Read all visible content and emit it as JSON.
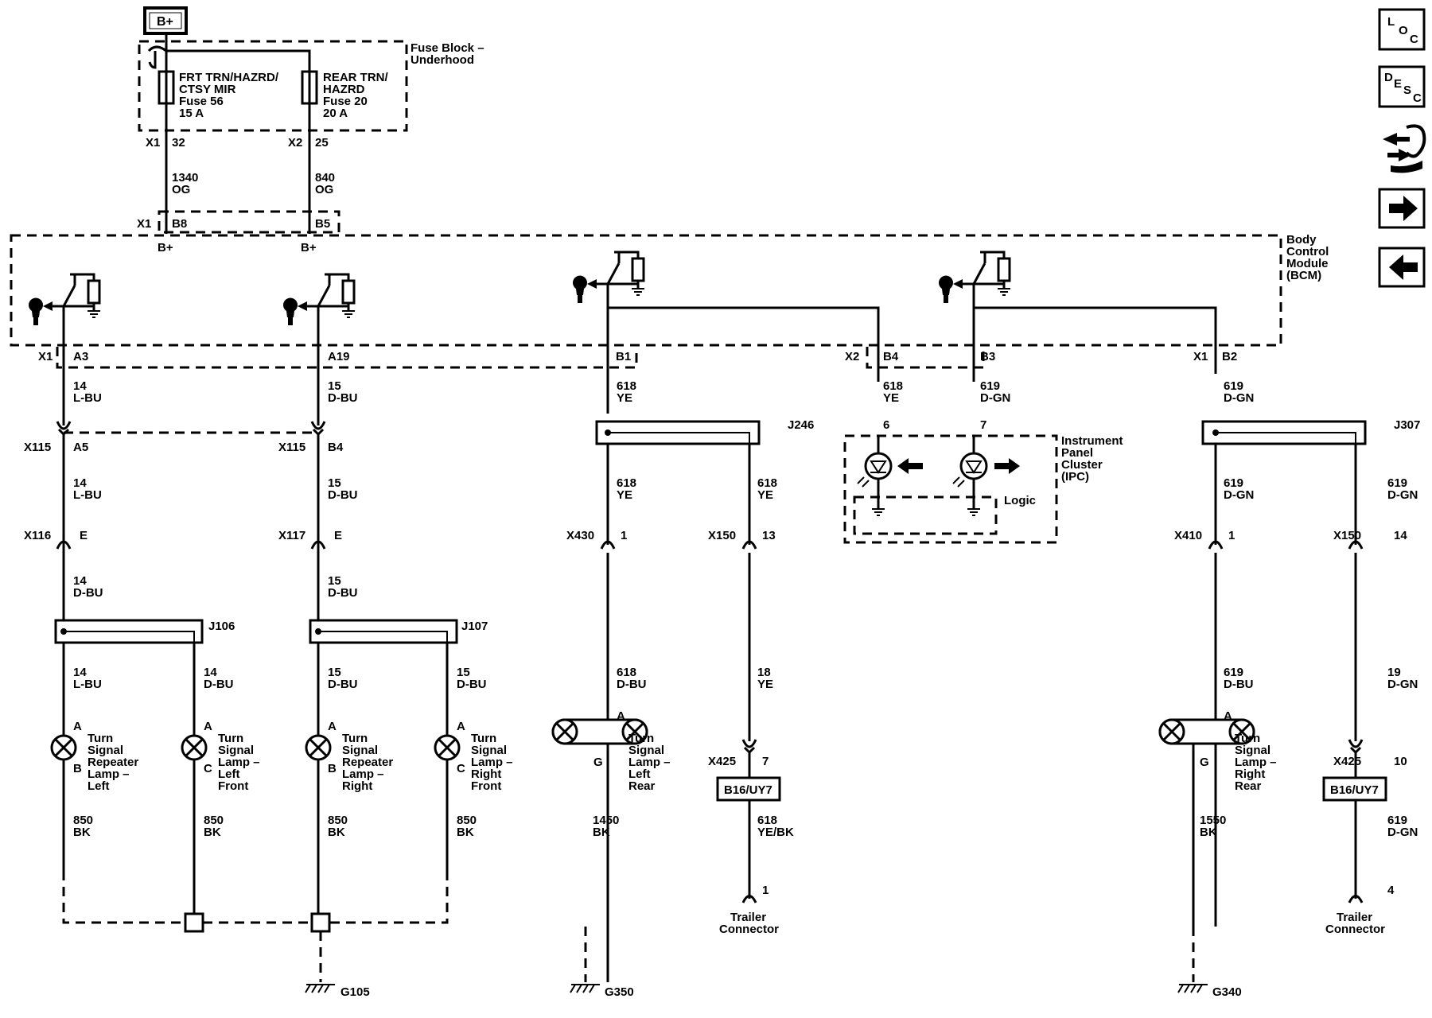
{
  "top": {
    "battery": "B+",
    "fuse_block": [
      "Fuse Block –",
      "Underhood"
    ],
    "fuse56": [
      "FRT TRN/HAZRD/",
      "CTSY MIR",
      "Fuse 56",
      "15 A"
    ],
    "fuse20": [
      "REAR TRN/",
      "HAZRD",
      "Fuse 20",
      "20 A"
    ],
    "fuse56_conn": "X1",
    "fuse56_pin": "32",
    "fuse20_conn": "X2",
    "fuse20_pin": "25",
    "wire_1340": [
      "1340",
      "OG"
    ],
    "wire_840": [
      "840",
      "OG"
    ],
    "bcm_in_conn": "X1",
    "bcm_pin_b8": "B8",
    "bcm_pin_b5": "B5",
    "bplus_left": "B+",
    "bplus_right": "B+"
  },
  "bcm": {
    "label": [
      "Body",
      "Control",
      "Module",
      "(BCM)"
    ],
    "conn_x1_left": "X1",
    "pin_a3": "A3",
    "pin_a19": "A19",
    "pin_b1": "B1",
    "conn_x2": "X2",
    "pin_b4": "B4",
    "pin_b3": "B3",
    "conn_x1_right": "X1",
    "pin_b2": "B2"
  },
  "ipc": {
    "label": [
      "Instrument",
      "Panel",
      "Cluster",
      "(IPC)"
    ],
    "pin6": "6",
    "pin7": "7",
    "logic": "Logic"
  },
  "col1": {
    "w1": [
      "14",
      "L-BU"
    ],
    "x115": "X115",
    "a5": "A5",
    "w2": [
      "14",
      "L-BU"
    ],
    "x116": "X116",
    "e": "E",
    "w3": [
      "14",
      "D-BU"
    ],
    "splice": "J106"
  },
  "col2": {
    "w1": [
      "15",
      "D-BU"
    ],
    "x115": "X115",
    "b4": "B4",
    "w2": [
      "15",
      "D-BU"
    ],
    "x117": "X117",
    "e": "E",
    "w3": [
      "15",
      "D-BU"
    ],
    "splice": "J107"
  },
  "lamps_front": [
    {
      "wire": [
        "14",
        "L-BU"
      ],
      "pin_top": "A",
      "pin_bot": "B",
      "name": [
        "Turn",
        "Signal",
        "Repeater",
        "Lamp –",
        "Left"
      ],
      "ground": [
        "850",
        "BK"
      ]
    },
    {
      "wire": [
        "14",
        "D-BU"
      ],
      "pin_top": "A",
      "pin_bot": "C",
      "name": [
        "Turn",
        "Signal",
        "Lamp –",
        "Left",
        "Front"
      ],
      "ground": [
        "850",
        "BK"
      ]
    },
    {
      "wire": [
        "15",
        "D-BU"
      ],
      "pin_top": "A",
      "pin_bot": "B",
      "name": [
        "Turn",
        "Signal",
        "Repeater",
        "Lamp –",
        "Right"
      ],
      "ground": [
        "850",
        "BK"
      ]
    },
    {
      "wire": [
        "15",
        "D-BU"
      ],
      "pin_top": "A",
      "pin_bot": "C",
      "name": [
        "Turn",
        "Signal",
        "Lamp –",
        "Right",
        "Front"
      ],
      "ground": [
        "850",
        "BK"
      ]
    }
  ],
  "ground_g105": "G105",
  "left_rear": {
    "w1": [
      "618",
      "YE"
    ],
    "splice": "J246",
    "w2": [
      "618",
      "YE"
    ],
    "x430": "X430",
    "pin1": "1",
    "w3": [
      "618",
      "D-BU"
    ],
    "pin_a": "A",
    "pin_g": "G",
    "name": [
      "Turn",
      "Signal",
      "Lamp –",
      "Left",
      "Rear"
    ],
    "ground": [
      "1450",
      "BK"
    ],
    "gnd": "G350"
  },
  "trailer_left": {
    "w1": [
      "618",
      "YE"
    ],
    "x150": "X150",
    "pin13": "13",
    "w2": [
      "18",
      "YE"
    ],
    "x425": "X425",
    "pin7": "7",
    "box": "B16/UY7",
    "w3": [
      "618",
      "YE/BK"
    ],
    "pin1": "1",
    "name": [
      "Trailer",
      "Connector"
    ]
  },
  "ipc_wires": {
    "w618": [
      "618",
      "YE"
    ],
    "w619": [
      "619",
      "D-GN"
    ]
  },
  "right_rear": {
    "w1": [
      "619",
      "D-GN"
    ],
    "splice": "J307",
    "w2": [
      "619",
      "D-GN"
    ],
    "x410": "X410",
    "pin1": "1",
    "w3": [
      "619",
      "D-BU"
    ],
    "pin_a": "A",
    "pin_g": "G",
    "name": [
      "Turn",
      "Signal",
      "Lamp –",
      "Right",
      "Rear"
    ],
    "ground": [
      "1550",
      "BK"
    ],
    "gnd": "G340"
  },
  "trailer_right": {
    "w1": [
      "619",
      "D-GN"
    ],
    "x150": "X150",
    "pin14": "14",
    "w2": [
      "19",
      "D-GN"
    ],
    "x425": "X425",
    "pin10": "10",
    "box": "B16/UY7",
    "w3": [
      "619",
      "D-GN"
    ],
    "pin4": "4",
    "name": [
      "Trailer",
      "Connector"
    ]
  },
  "side_buttons": {
    "loc": [
      "L",
      "O",
      "C"
    ],
    "desc": [
      "D",
      "E",
      "S",
      "C"
    ]
  }
}
